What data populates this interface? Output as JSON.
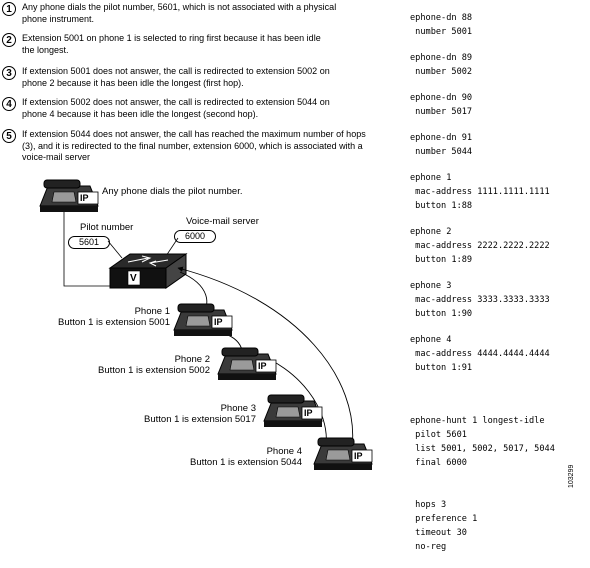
{
  "steps": [
    {
      "num": "1",
      "text": "Any phone dials the pilot number, 5601, which is not associated with a physical phone instrument."
    },
    {
      "num": "2",
      "text": "Extension 5001 on phone 1 is selected to ring first because it has been idle the longest."
    },
    {
      "num": "3",
      "text": "If extension 5001 does not answer, the call is redirected to extension 5002 on phone 2 because it has been idle the longest (first hop)."
    },
    {
      "num": "4",
      "text": "If extension 5002 does not answer, the call is redirected to extension 5044 on phone 4 because it has been idle the longest (second hop)."
    },
    {
      "num": "5",
      "text": "If extension 5044 does not answer, the call has reached the maximum number of hops (3), and it is redirected to the final number, extension 6000, which is associated with a voice-mail server"
    }
  ],
  "config": [
    {
      "lines": [
        "ephone-dn 88",
        " number 5001"
      ]
    },
    {
      "lines": [
        "ephone-dn 89",
        " number 5002"
      ]
    },
    {
      "lines": [
        "ephone-dn 90",
        " number 5017"
      ]
    },
    {
      "lines": [
        "ephone-dn 91",
        " number 5044"
      ]
    },
    {
      "lines": [
        "ephone 1",
        " mac-address 1111.1111.1111",
        " button 1:88"
      ]
    },
    {
      "lines": [
        "ephone 2",
        " mac-address 2222.2222.2222",
        " button 1:89"
      ]
    },
    {
      "lines": [
        "ephone 3",
        " mac-address 3333.3333.3333",
        " button 1:90"
      ]
    },
    {
      "lines": [
        "ephone 4",
        " mac-address 4444.4444.4444",
        " button 1:91"
      ]
    },
    {
      "lines": [
        "ephone-hunt 1 longest-idle",
        " pilot 5601",
        " list 5001, 5002, 5017, 5044",
        " final 6000",
        " hops 3",
        " preference 1",
        " timeout 30",
        " no-reg"
      ]
    }
  ],
  "diagram": {
    "any_phone": "Any phone dials the pilot number.",
    "pilot_label": "Pilot number",
    "pilot_number": "5601",
    "vm_label": "Voice-mail server",
    "vm_number": "6000",
    "router_letter": "V",
    "phone_badge": "IP",
    "phones": [
      {
        "name": "Phone 1",
        "button": "Button 1 is extension 5001"
      },
      {
        "name": "Phone 2",
        "button": "Button 1 is extension 5002"
      },
      {
        "name": "Phone 3",
        "button": "Button 1 is extension 5017"
      },
      {
        "name": "Phone 4",
        "button": "Button 1 is extension 5044"
      }
    ],
    "figure_id": "103299"
  }
}
